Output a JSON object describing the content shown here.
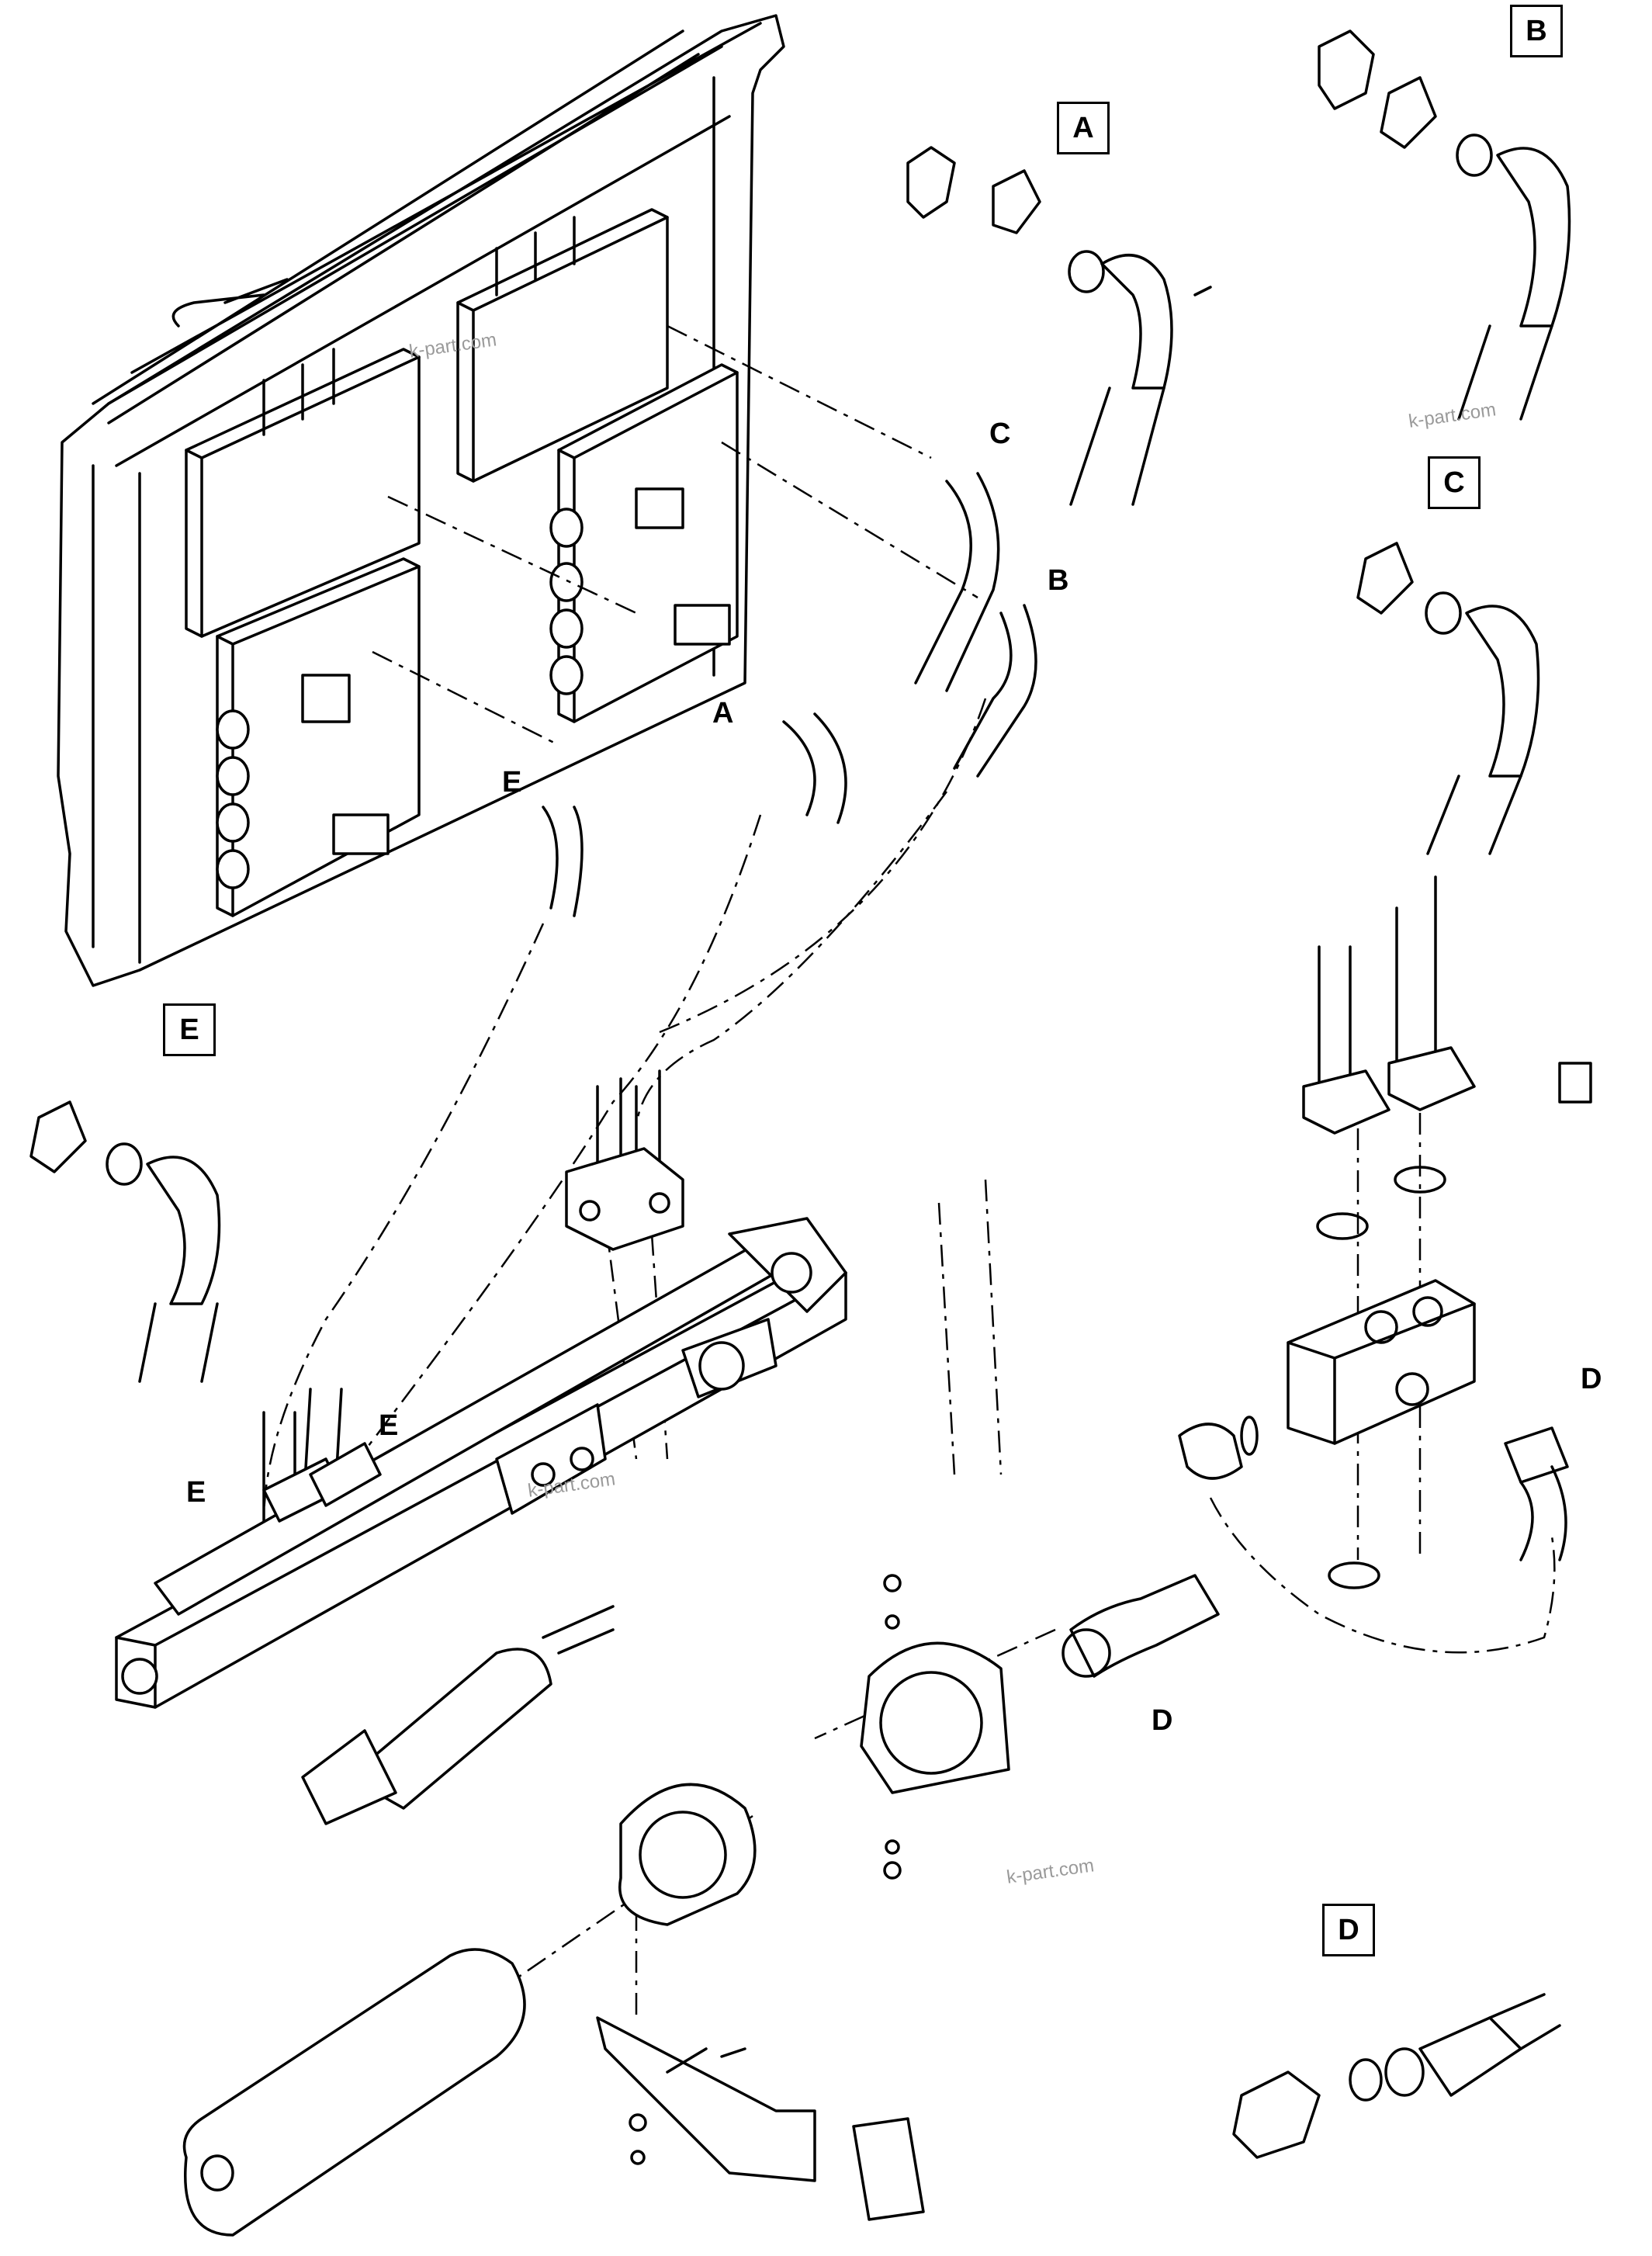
{
  "detail_boxes": {
    "a": "A",
    "b": "B",
    "c": "C",
    "d": "D",
    "e": "E"
  },
  "callouts": {
    "a": "A",
    "b": "B",
    "c": "C",
    "d_top": "D",
    "d_flange": "D",
    "e_valve": "E",
    "e_rail_left": "E",
    "e_rail_right": "E"
  },
  "watermark": "k-part.com"
}
